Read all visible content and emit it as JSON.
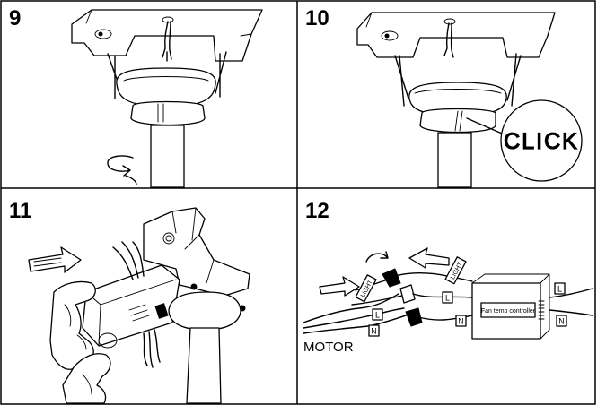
{
  "panels": [
    {
      "number": "9"
    },
    {
      "number": "10",
      "callout": "CLICK"
    },
    {
      "number": "11"
    },
    {
      "number": "12"
    }
  ],
  "wiring": {
    "controller_label": "Fan temp controller",
    "motor_label": "MOTOR",
    "wire_tags": [
      "L",
      "N",
      "L",
      "N",
      "L",
      "N"
    ],
    "lead_tags": [
      "LIGHT",
      "LIGHT"
    ]
  }
}
